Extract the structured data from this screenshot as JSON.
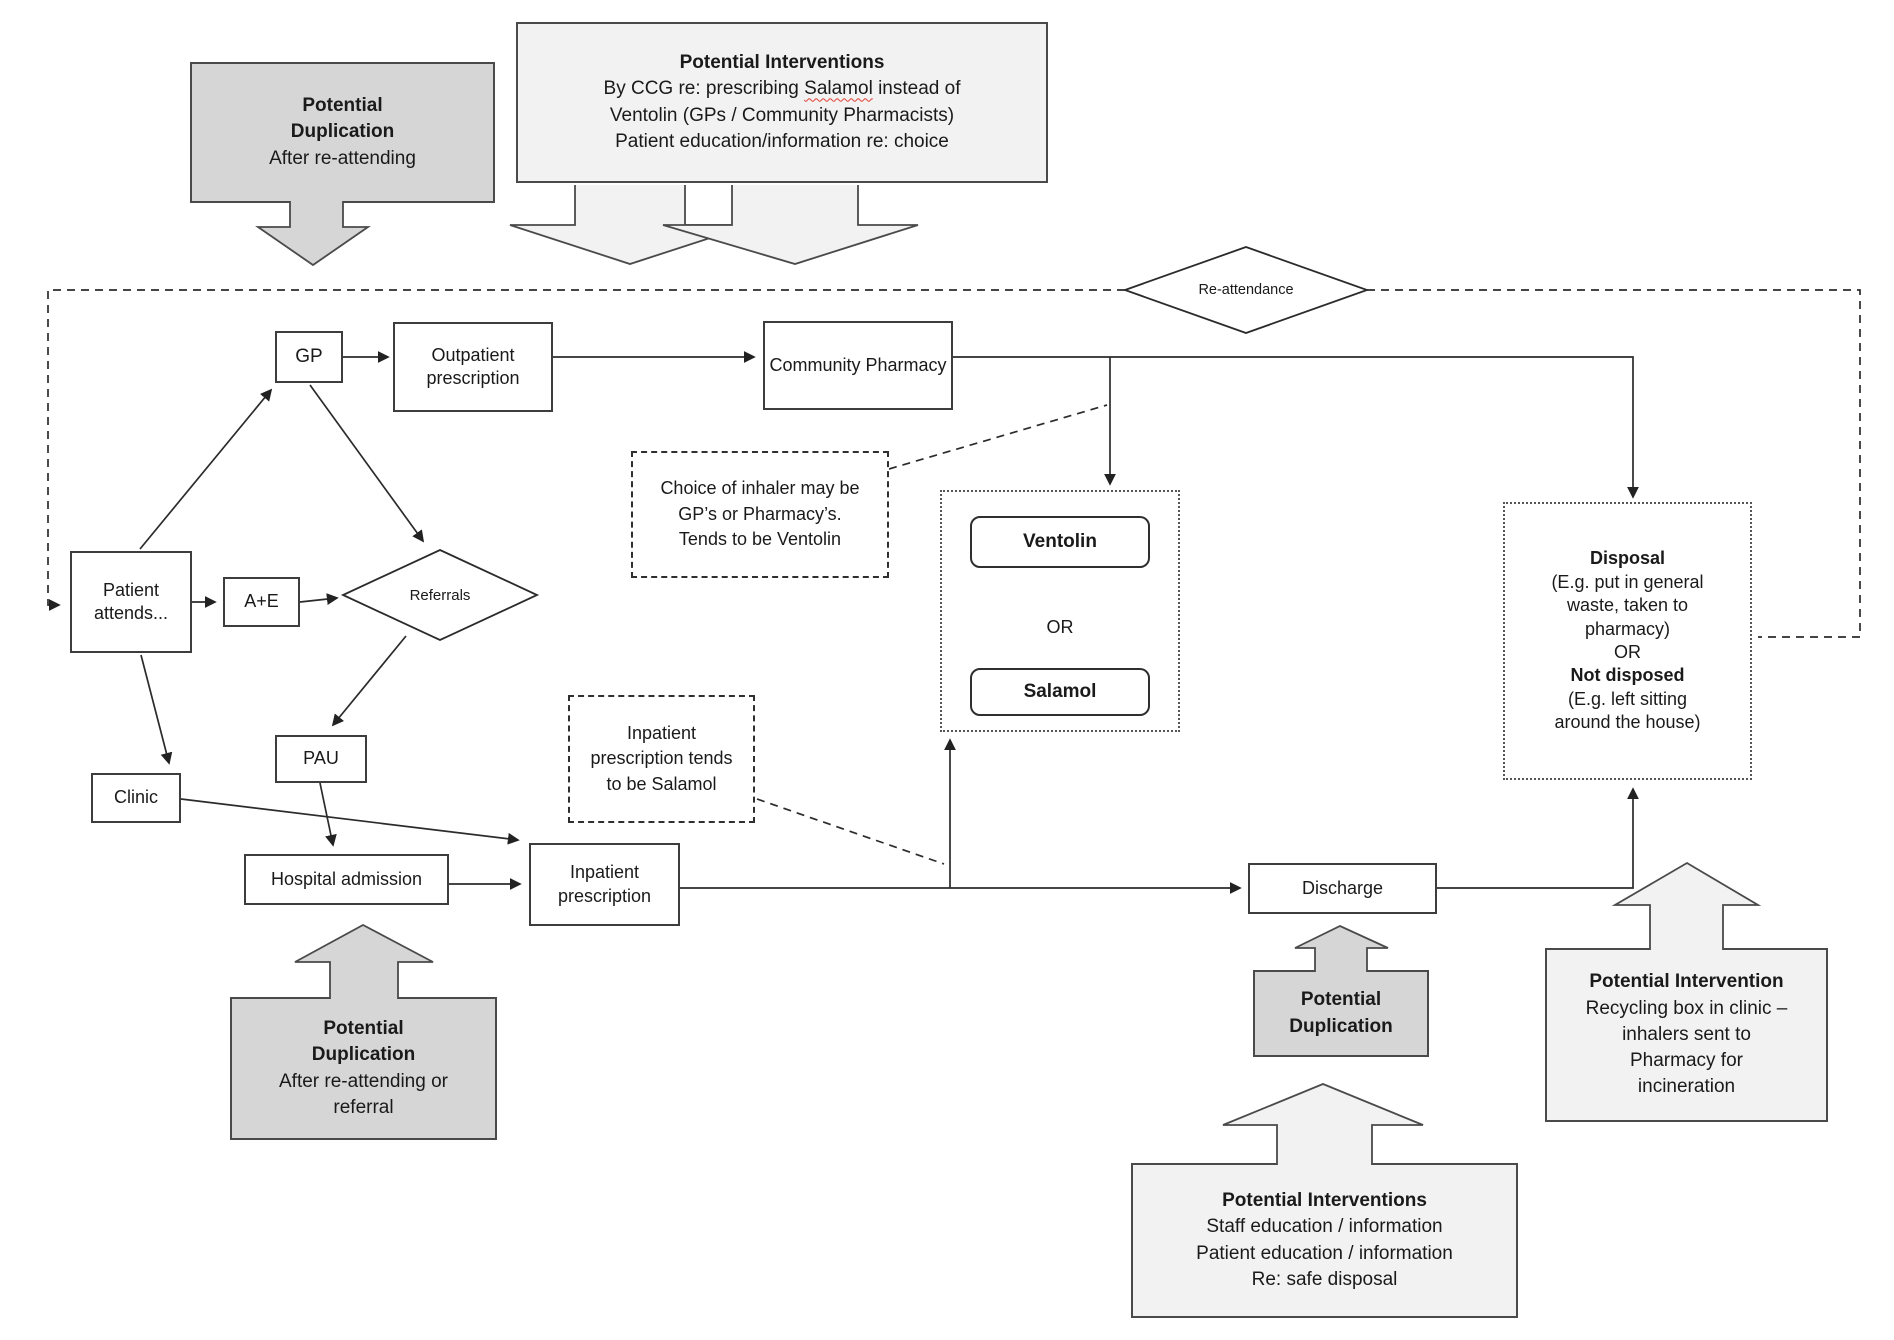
{
  "nodes": {
    "patient_attends": {
      "label": "Patient attends..."
    },
    "gp": {
      "label": "GP"
    },
    "ae": {
      "label": "A+E"
    },
    "referrals": {
      "label": "Referrals"
    },
    "pau": {
      "label": "PAU"
    },
    "clinic": {
      "label": "Clinic"
    },
    "outpatient_prescription": {
      "label": "Outpatient prescription"
    },
    "community_pharmacy": {
      "label": "Community Pharmacy"
    },
    "hospital_admission": {
      "label": "Hospital admission"
    },
    "inpatient_prescription": {
      "label": "Inpatient prescription"
    },
    "discharge": {
      "label": "Discharge"
    },
    "re_attendance": {
      "label": "Re-attendance"
    },
    "ventolin": {
      "label": "Ventolin"
    },
    "or_choice": {
      "label": "OR"
    },
    "salamol": {
      "label": "Salamol"
    }
  },
  "disposal": {
    "title": "Disposal",
    "sub1": "(E.g. put in general\nwaste, taken to\npharmacy)",
    "or": "OR",
    "title2": "Not disposed",
    "sub2": "(E.g. left sitting\naround the house)"
  },
  "notes": {
    "choice_of_inhaler": "Choice of inhaler may be\nGP’s or Pharmacy’s.\nTends to be Ventolin",
    "inpatient_tends": "Inpatient\nprescription tends\nto be Salamol"
  },
  "callouts": {
    "top_duplication": {
      "title": "Potential\nDuplication",
      "body": "After re-attending"
    },
    "top_interventions": {
      "title": "Potential Interventions",
      "line1_pre": "By CCG re: prescribing ",
      "line1_word": "Salamol",
      "line1_post": " instead of",
      "line2": "Ventolin (GPs / Community Pharmacists)",
      "line3": "Patient education/information re: choice"
    },
    "bottom_duplication": {
      "title": "Potential\nDuplication",
      "body": "After re-attending or\nreferral"
    },
    "discharge_duplication": {
      "title": "Potential\nDuplication"
    },
    "recycling": {
      "title": "Potential Intervention",
      "body": "Recycling box in clinic –\ninhalers sent to\nPharmacy for\nincineration"
    },
    "safe_disposal": {
      "title": "Potential Interventions",
      "line1": "Staff education / information",
      "line2": "Patient education / information",
      "line3": "Re: safe disposal"
    }
  },
  "colors": {
    "gray_fill": "#d6d6d6",
    "light_fill": "#f2f2f2",
    "border": "#3d3d3d",
    "line": "#2b2b2b",
    "spellcheck_red": "#e03c31"
  }
}
